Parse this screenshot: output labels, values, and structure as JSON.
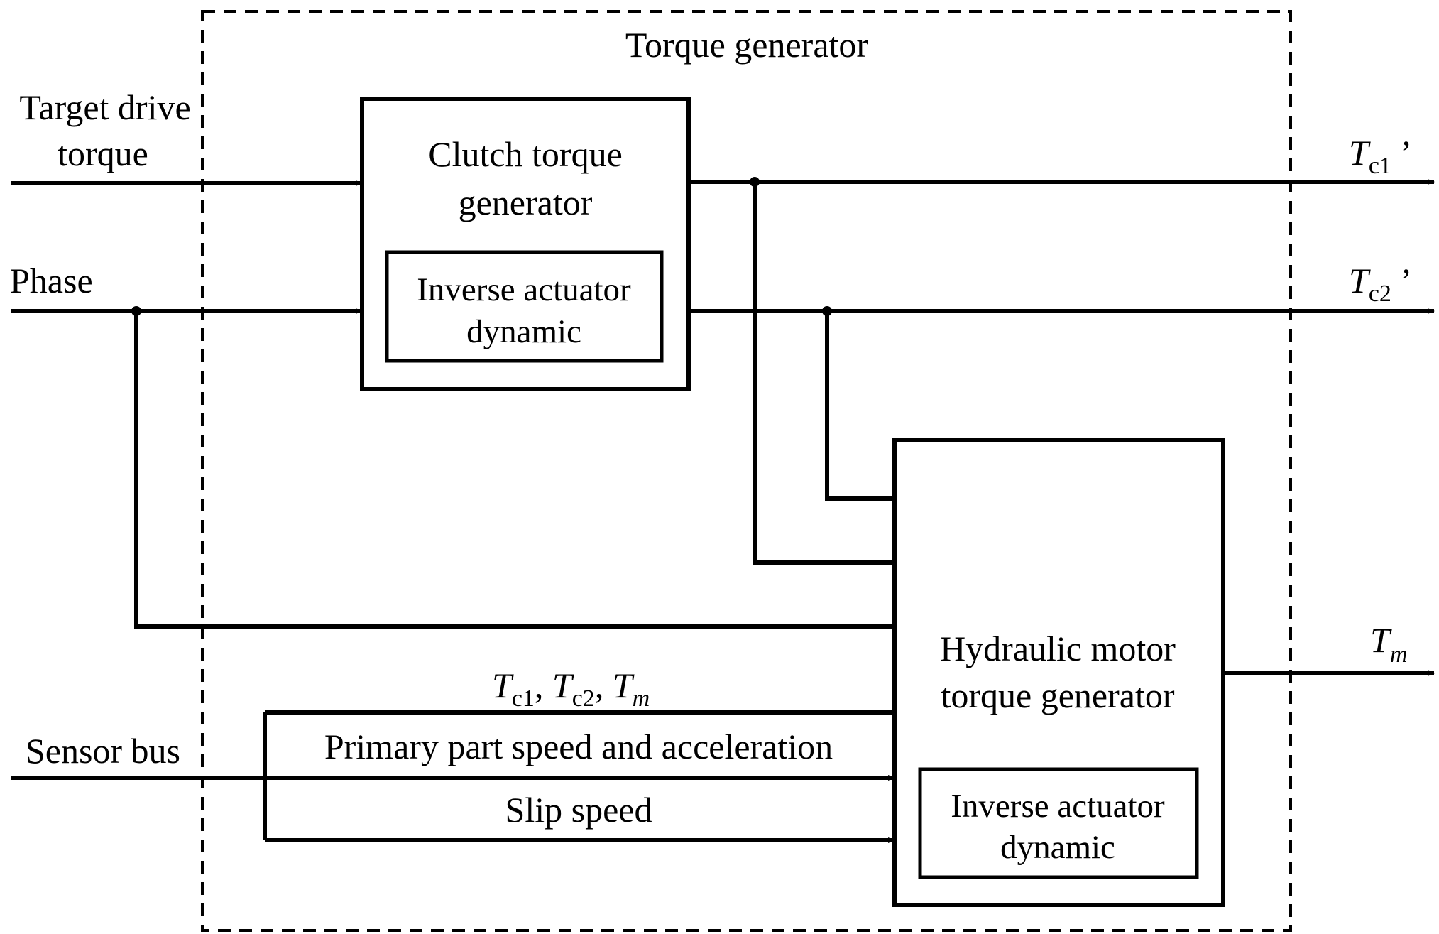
{
  "diagram": {
    "title": "Torque generator",
    "inputs": {
      "target_line1": "Target drive",
      "target_line2": "torque",
      "phase": "Phase",
      "sensor_bus": "Sensor bus"
    },
    "clutch_block": {
      "line1": "Clutch torque",
      "line2": "generator",
      "inner_line1": "Inverse actuator",
      "inner_line2": "dynamic"
    },
    "hydraulic_block": {
      "line1": "Hydraulic motor",
      "line2": "torque generator",
      "inner_line1": "Inverse actuator",
      "inner_line2": "dynamic"
    },
    "outputs": {
      "tc1_main": "T",
      "tc1_sub": "c1",
      "tc1_prime": " ’",
      "tc2_main": "T",
      "tc2_sub": "c2",
      "tc2_prime": " ’",
      "tm_main": "T",
      "tm_sub": "m"
    },
    "bus_signals": {
      "feedback_t1": "T",
      "feedback_s1": "c1",
      "feedback_c1": ", ",
      "feedback_t2": "T",
      "feedback_s2": "c2",
      "feedback_c2": ", ",
      "feedback_t3": "T",
      "feedback_s3": "m",
      "primary": "Primary part speed and acceleration",
      "slip": "Slip speed"
    }
  }
}
